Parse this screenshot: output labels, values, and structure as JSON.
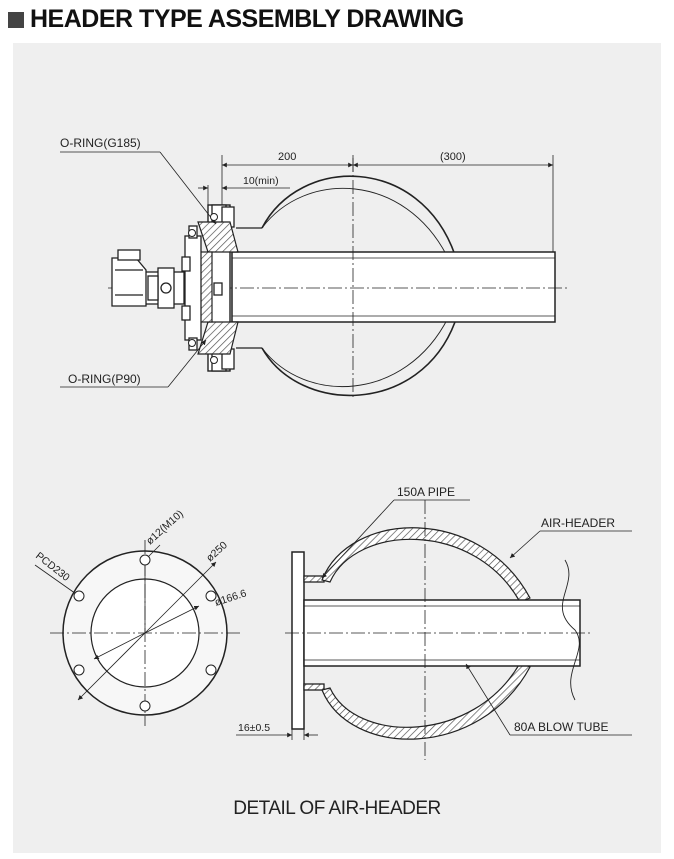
{
  "header": {
    "title": "HEADER TYPE ASSEMBLY DRAWING",
    "bullet_icon": "square-bullet-icon"
  },
  "top_drawing": {
    "labels": {
      "oring_top": "O-RING(G185)",
      "oring_bottom": "O-RING(P90)"
    },
    "dimensions": {
      "dim_200": "200",
      "dim_300": "(300)",
      "dim_10min": "10(min)"
    }
  },
  "flange_view": {
    "labels": {
      "pcd": "PCD230",
      "bolt_hole": "ø12(M10)",
      "outer_dia": "ø250",
      "inner_dia": "ø166.6"
    }
  },
  "detail_view": {
    "labels": {
      "pipe": "150A PIPE",
      "air_header": "AIR-HEADER",
      "blow_tube": "80A BLOW TUBE",
      "thickness": "16±0.5"
    }
  },
  "caption": "DETAIL OF AIR-HEADER",
  "colors": {
    "panel_bg": "#efefef",
    "line": "#222222",
    "hatch": "#555555"
  }
}
